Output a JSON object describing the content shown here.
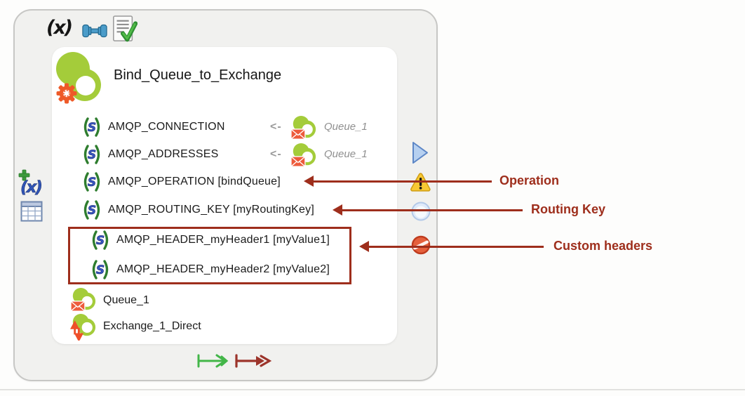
{
  "activity": {
    "title": "Bind_Queue_to_Exchange",
    "rows": [
      {
        "label": "AMQP_CONNECTION",
        "arrow": "<-",
        "source": "Queue_1"
      },
      {
        "label": "AMQP_ADDRESSES",
        "arrow": "<-",
        "source": "Queue_1"
      },
      {
        "label": "AMQP_OPERATION [bindQueue]"
      },
      {
        "label": "AMQP_ROUTING_KEY [myRoutingKey]"
      },
      {
        "label": "AMQP_HEADER_myHeader1 [myValue1]"
      },
      {
        "label": "AMQP_HEADER_myHeader2 [myValue2]"
      }
    ],
    "resources": [
      {
        "label": "Queue_1",
        "icon": "queue-icon"
      },
      {
        "label": "Exchange_1_Direct",
        "icon": "exchange-icon"
      }
    ]
  },
  "toolbar": {
    "icons": [
      "process-variables-icon",
      "bindings-icon",
      "validated-document-icon"
    ]
  },
  "gutters": {
    "left_icons": [
      "add-variable-icon",
      "table-icon"
    ],
    "right_icons": [
      "run-icon",
      "warning-icon",
      "breakpoint-icon",
      "disabled-icon"
    ],
    "footer_icons": [
      "success-transition-arrow-icon",
      "error-transition-arrow-icon"
    ]
  },
  "annotations": [
    {
      "label": "Operation"
    },
    {
      "label": "Routing Key"
    },
    {
      "label": "Custom headers"
    }
  ],
  "colors": {
    "annotation_red": "#9e2e1c",
    "activity_green": "#a4cc3a",
    "accent_orange": "#ee5a28",
    "s_icon_blue": "#3a57c5",
    "paren_green": "#2e7d2e",
    "success_green": "#43b649",
    "error_red": "#9c342b"
  }
}
